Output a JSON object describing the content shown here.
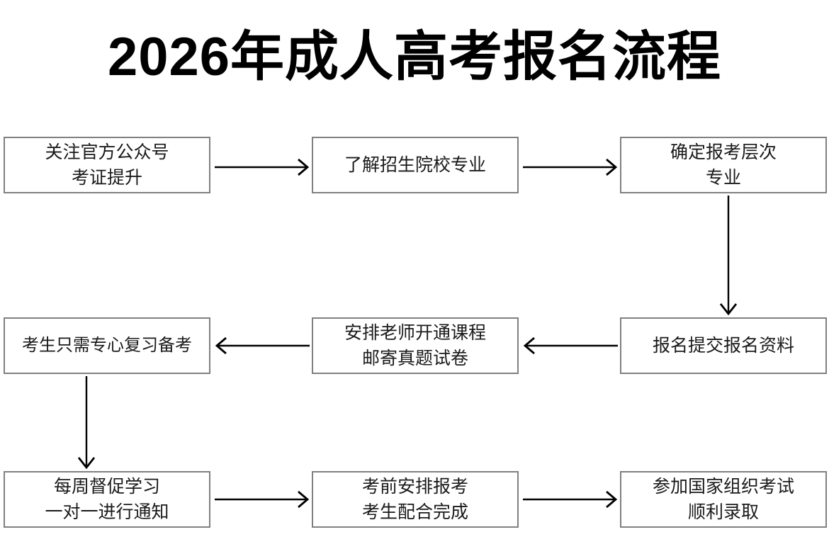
{
  "title": "2026年成人高考报名流程",
  "flow": {
    "nodes": [
      {
        "id": "node-1",
        "name": "follow-official-account",
        "lines": [
          "关注官方公众号",
          "考证提升"
        ]
      },
      {
        "id": "node-2",
        "name": "learn-school-major",
        "lines": [
          "了解招生院校专业"
        ]
      },
      {
        "id": "node-3",
        "name": "confirm-level-major",
        "lines": [
          "确定报考层次",
          "专业"
        ]
      },
      {
        "id": "node-4",
        "name": "student-focus-review",
        "lines": [
          "考生只需专心复习备考"
        ]
      },
      {
        "id": "node-5",
        "name": "teacher-course-mail-papers",
        "lines": [
          "安排老师开通课程",
          "邮寄真题试卷"
        ]
      },
      {
        "id": "node-6",
        "name": "submit-registration-materials",
        "lines": [
          "报名提交报名资料"
        ]
      },
      {
        "id": "node-7",
        "name": "weekly-study-supervision",
        "lines": [
          "每周督促学习",
          "一对一进行通知"
        ]
      },
      {
        "id": "node-8",
        "name": "pre-exam-arrangement",
        "lines": [
          "考前安排报考",
          "考生配合完成"
        ]
      },
      {
        "id": "node-9",
        "name": "national-exam-admission",
        "lines": [
          "参加国家组织考试",
          "顺利录取"
        ]
      }
    ],
    "connectors": [
      {
        "name": "arrow-node1-to-node2",
        "direction": "right"
      },
      {
        "name": "arrow-node2-to-node3",
        "direction": "right"
      },
      {
        "name": "arrow-node3-to-node6",
        "direction": "down"
      },
      {
        "name": "arrow-node6-to-node5",
        "direction": "left"
      },
      {
        "name": "arrow-node5-to-node4",
        "direction": "left"
      },
      {
        "name": "arrow-node4-to-node7",
        "direction": "down"
      },
      {
        "name": "arrow-node7-to-node8",
        "direction": "right"
      },
      {
        "name": "arrow-node8-to-node9",
        "direction": "right"
      }
    ]
  },
  "colors": {
    "background": "#ffffff",
    "box_border": "#808080",
    "box_fill": "#ffffff",
    "text": "#1a1a1a",
    "title_text": "#000000",
    "arrow": "#000000"
  }
}
